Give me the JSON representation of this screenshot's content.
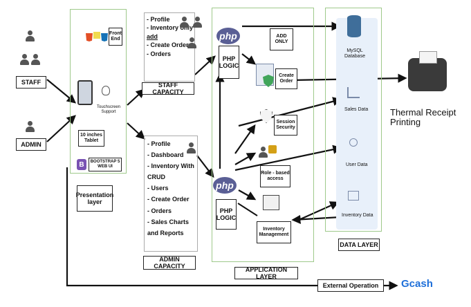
{
  "staff_label": "STAFF",
  "admin_label": "ADMIN",
  "front_end_label": "Front\nEnd",
  "touchscreen_label": "Touchscreen\nSupport",
  "tablet_label": "10 inches\nTablet",
  "bootstrap_label": "BOOTSTRAP 5\nWEB UI",
  "presentation_layer_label": "Presentation\nlayer",
  "staff_capacity": {
    "title": "STAFF CAPACITY",
    "items": [
      "- Profile",
      "- Inventory only",
      "add",
      "- Create Order",
      "- Orders"
    ]
  },
  "admin_capacity": {
    "title": "ADMIN CAPACITY",
    "items": [
      "- Profile",
      "- Dashboard",
      "- Inventory With",
      "CRUD",
      "- Users",
      "- Create Order",
      "- Orders",
      "- Sales Charts",
      "and Reports"
    ]
  },
  "php_logo_text": "php",
  "php_logic_label": "PHP\nLOGIC",
  "add_only_label": "ADD\nONLY",
  "create_order_label": "Create\nOrder",
  "session_security_label": "Session\nSecurity",
  "role_access_label": "Role - based\naccess",
  "inventory_management_label": "Inventory\nManagement",
  "application_layer_label": "APPLICATION LAYER",
  "mysql_label": "MySQL\nDatabase",
  "sales_data_label": "Sales Data",
  "user_data_label": "User Data",
  "inventory_data_label": "Inventory Data",
  "data_layer_label": "DATA LAYER",
  "thermal_label": "Thermal Receipt Printing",
  "external_operation_label": "External Operation",
  "gcash_label": "Gcash",
  "colors": {
    "presentation_border": "#9ec98a",
    "application_border": "#9ec98a",
    "data_border": "#9ec98a",
    "data_fill": "#e8f0fa",
    "php": "#5a5f95",
    "gcash": "#1e6fd9",
    "bootstrap": "#7952b3",
    "html5": "#e34f26",
    "css3": "#1572b6"
  }
}
